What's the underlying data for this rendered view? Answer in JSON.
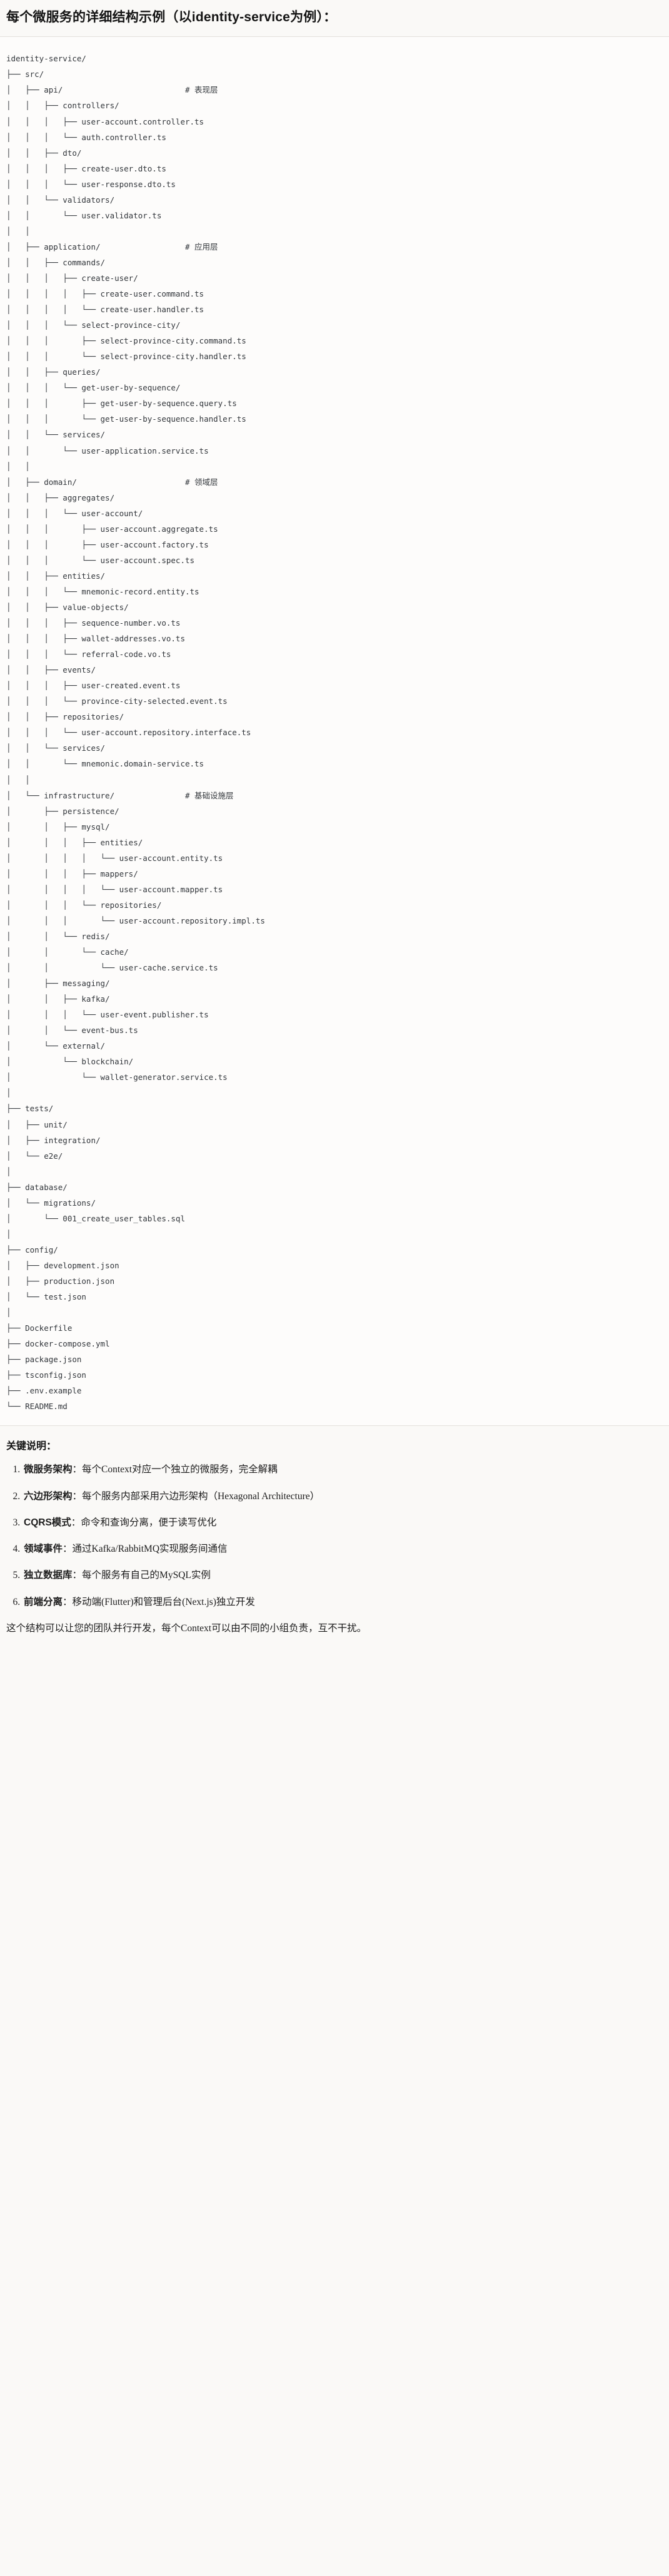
{
  "header": {
    "title": "每个微服务的详细结构示例（以identity-service为例）："
  },
  "tree": {
    "root": "identity-service/",
    "text": "identity-service/\n├── src/\n│   ├── api/                          # 表现层\n│   │   ├── controllers/\n│   │   │   ├── user-account.controller.ts\n│   │   │   └── auth.controller.ts\n│   │   ├── dto/\n│   │   │   ├── create-user.dto.ts\n│   │   │   └── user-response.dto.ts\n│   │   └── validators/\n│   │       └── user.validator.ts\n│   │\n│   ├── application/                  # 应用层\n│   │   ├── commands/\n│   │   │   ├── create-user/\n│   │   │   │   ├── create-user.command.ts\n│   │   │   │   └── create-user.handler.ts\n│   │   │   └── select-province-city/\n│   │   │       ├── select-province-city.command.ts\n│   │   │       └── select-province-city.handler.ts\n│   │   ├── queries/\n│   │   │   └── get-user-by-sequence/\n│   │   │       ├── get-user-by-sequence.query.ts\n│   │   │       └── get-user-by-sequence.handler.ts\n│   │   └── services/\n│   │       └── user-application.service.ts\n│   │\n│   ├── domain/                       # 领域层\n│   │   ├── aggregates/\n│   │   │   └── user-account/\n│   │   │       ├── user-account.aggregate.ts\n│   │   │       ├── user-account.factory.ts\n│   │   │       └── user-account.spec.ts\n│   │   ├── entities/\n│   │   │   └── mnemonic-record.entity.ts\n│   │   ├── value-objects/\n│   │   │   ├── sequence-number.vo.ts\n│   │   │   ├── wallet-addresses.vo.ts\n│   │   │   └── referral-code.vo.ts\n│   │   ├── events/\n│   │   │   ├── user-created.event.ts\n│   │   │   └── province-city-selected.event.ts\n│   │   ├── repositories/\n│   │   │   └── user-account.repository.interface.ts\n│   │   └── services/\n│   │       └── mnemonic.domain-service.ts\n│   │\n│   └── infrastructure/               # 基础设施层\n│       ├── persistence/\n│       │   ├── mysql/\n│       │   │   ├── entities/\n│       │   │   │   └── user-account.entity.ts\n│       │   │   ├── mappers/\n│       │   │   │   └── user-account.mapper.ts\n│       │   │   └── repositories/\n│       │   │       └── user-account.repository.impl.ts\n│       │   └── redis/\n│       │       └── cache/\n│       │           └── user-cache.service.ts\n│       ├── messaging/\n│       │   ├── kafka/\n│       │   │   └── user-event.publisher.ts\n│       │   └── event-bus.ts\n│       └── external/\n│           └── blockchain/\n│               └── wallet-generator.service.ts\n│\n├── tests/\n│   ├── unit/\n│   ├── integration/\n│   └── e2e/\n│\n├── database/\n│   └── migrations/\n│       └── 001_create_user_tables.sql\n│\n├── config/\n│   ├── development.json\n│   ├── production.json\n│   └── test.json\n│\n├── Dockerfile\n├── docker-compose.yml\n├── package.json\n├── tsconfig.json\n├── .env.example\n└── README.md",
    "layer_comments": [
      "# 表现层",
      "# 应用层",
      "# 领域层",
      "# 基础设施层"
    ]
  },
  "notes": {
    "heading": "关键说明：",
    "items": [
      {
        "key": "微服务架构",
        "sep": "：",
        "value": "每个Context对应一个独立的微服务，完全解耦"
      },
      {
        "key": "六边形架构",
        "sep": "：",
        "value": "每个服务内部采用六边形架构（Hexagonal Architecture）"
      },
      {
        "key": "CQRS模式",
        "sep": "：",
        "value": "命令和查询分离，便于读写优化"
      },
      {
        "key": "领域事件",
        "sep": "：",
        "value": "通过Kafka/RabbitMQ实现服务间通信"
      },
      {
        "key": "独立数据库",
        "sep": "：",
        "value": "每个服务有自己的MySQL实例"
      },
      {
        "key": "前端分离",
        "sep": "：",
        "value": "移动端(Flutter)和管理后台(Next.js)独立开发"
      }
    ],
    "closing": "这个结构可以让您的团队并行开发，每个Context可以由不同的小组负责，互不干扰。"
  }
}
